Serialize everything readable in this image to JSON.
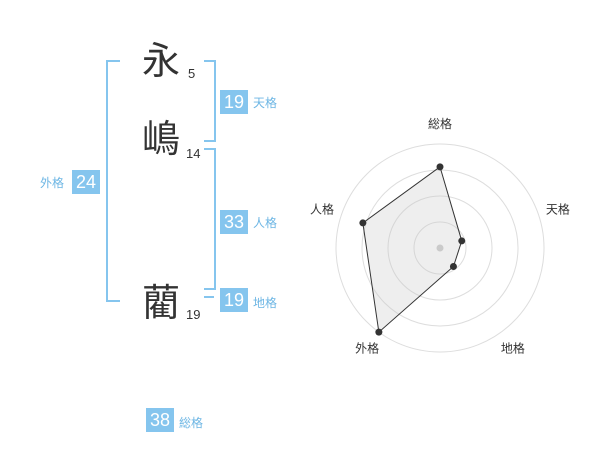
{
  "colors": {
    "accent": "#85c5ee",
    "label": "#6db6e4",
    "text": "#333333"
  },
  "name": [
    {
      "char": "永",
      "strokes": "5"
    },
    {
      "char": "嶋",
      "strokes": "14"
    },
    {
      "char": "藺",
      "strokes": "19"
    }
  ],
  "fortunes": {
    "tenkaku": {
      "value": "19",
      "label": "天格"
    },
    "jinkaku": {
      "value": "33",
      "label": "人格"
    },
    "chikaku": {
      "value": "19",
      "label": "地格"
    },
    "gaikaku": {
      "value": "24",
      "label": "外格"
    },
    "soukaku": {
      "value": "38",
      "label": "総格"
    }
  },
  "chart_data": {
    "type": "radar",
    "axes": [
      "総格",
      "天格",
      "地格",
      "外格",
      "人格"
    ],
    "values": [
      0.78,
      0.22,
      0.22,
      1.0,
      0.78
    ],
    "rings": 4,
    "grid": true
  }
}
